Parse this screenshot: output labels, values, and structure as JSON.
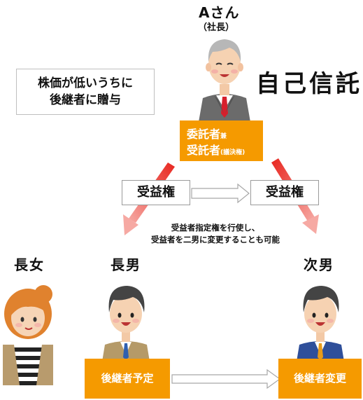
{
  "top_person": {
    "name": "Aさん",
    "role": "（社長）"
  },
  "title": "自己信託",
  "note": {
    "line1": "株価が低いうちに",
    "line2": "後継者に贈与"
  },
  "trustor_box": {
    "line1_main": "委託者",
    "line1_small": "兼",
    "line2_main": "受託者",
    "line2_small": "(議決権)"
  },
  "beneficiary_left": "受益権",
  "beneficiary_right": "受益権",
  "explanation": {
    "line1": "受益者指定権を行使し、",
    "line2": "受益者を二男に変更することも可能"
  },
  "people": {
    "daughter": "長女",
    "eldest_son": "長男",
    "second_son": "次男"
  },
  "successor_planned": "後継者予定",
  "successor_changed": "後継者変更",
  "colors": {
    "orange": "#f59a00",
    "red_arrow": "#e8261f",
    "gray_border": "#9a9a9a"
  }
}
